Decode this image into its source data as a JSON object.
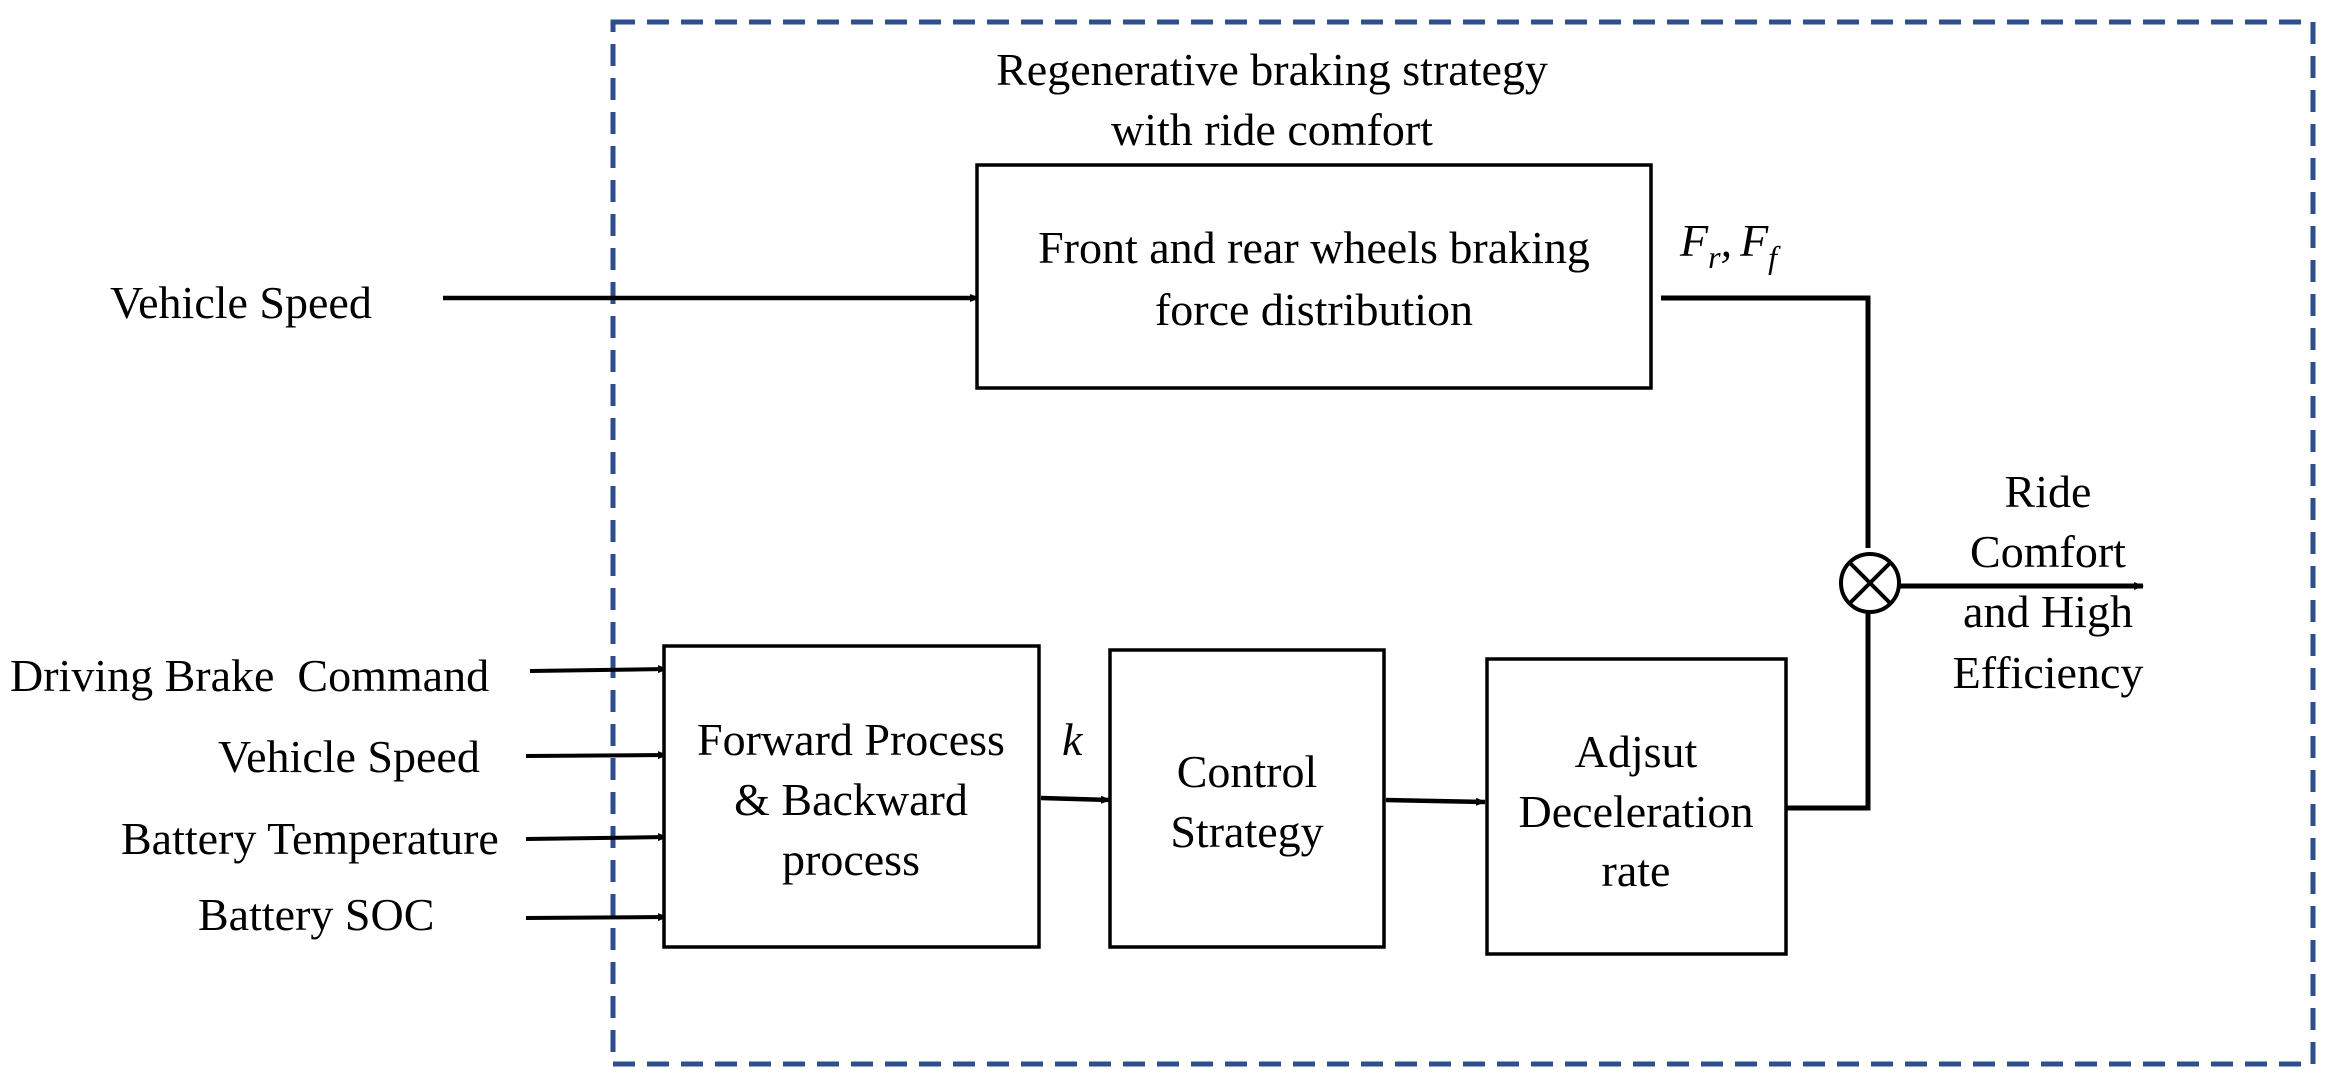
{
  "diagram": {
    "colors": {
      "boundary": "#2e4f8e",
      "line": "#000000",
      "background": "#ffffff"
    },
    "boundary_title": {
      "line1": "Regenerative braking strategy",
      "line2": "with ride comfort"
    },
    "top_input": "Vehicle Speed",
    "blocks": {
      "distribution": {
        "line1": "Front and rear wheels braking",
        "line2": "force distribution"
      },
      "process": {
        "line1": "Forward Process",
        "line2": "& Backward",
        "line3": "process"
      },
      "control": {
        "line1": "Control",
        "line2": "Strategy"
      },
      "adjust": {
        "line1": "Adjsut",
        "line2": "Deceleration",
        "line3": "rate"
      }
    },
    "bottom_inputs": [
      "Driving Brake  Command",
      "Vehicle Speed",
      "Battery Temperature",
      "Battery SOC"
    ],
    "signals": {
      "force_label": {
        "f1": "F",
        "s1": "r",
        "sep": ",",
        "f2": "F",
        "s2": "f"
      },
      "k_label": "k"
    },
    "output": {
      "line1": "Ride",
      "line2": "Comfort",
      "line3": "and High",
      "line4": "Efficiency"
    },
    "junction_icon": "multiply-circle-icon"
  }
}
